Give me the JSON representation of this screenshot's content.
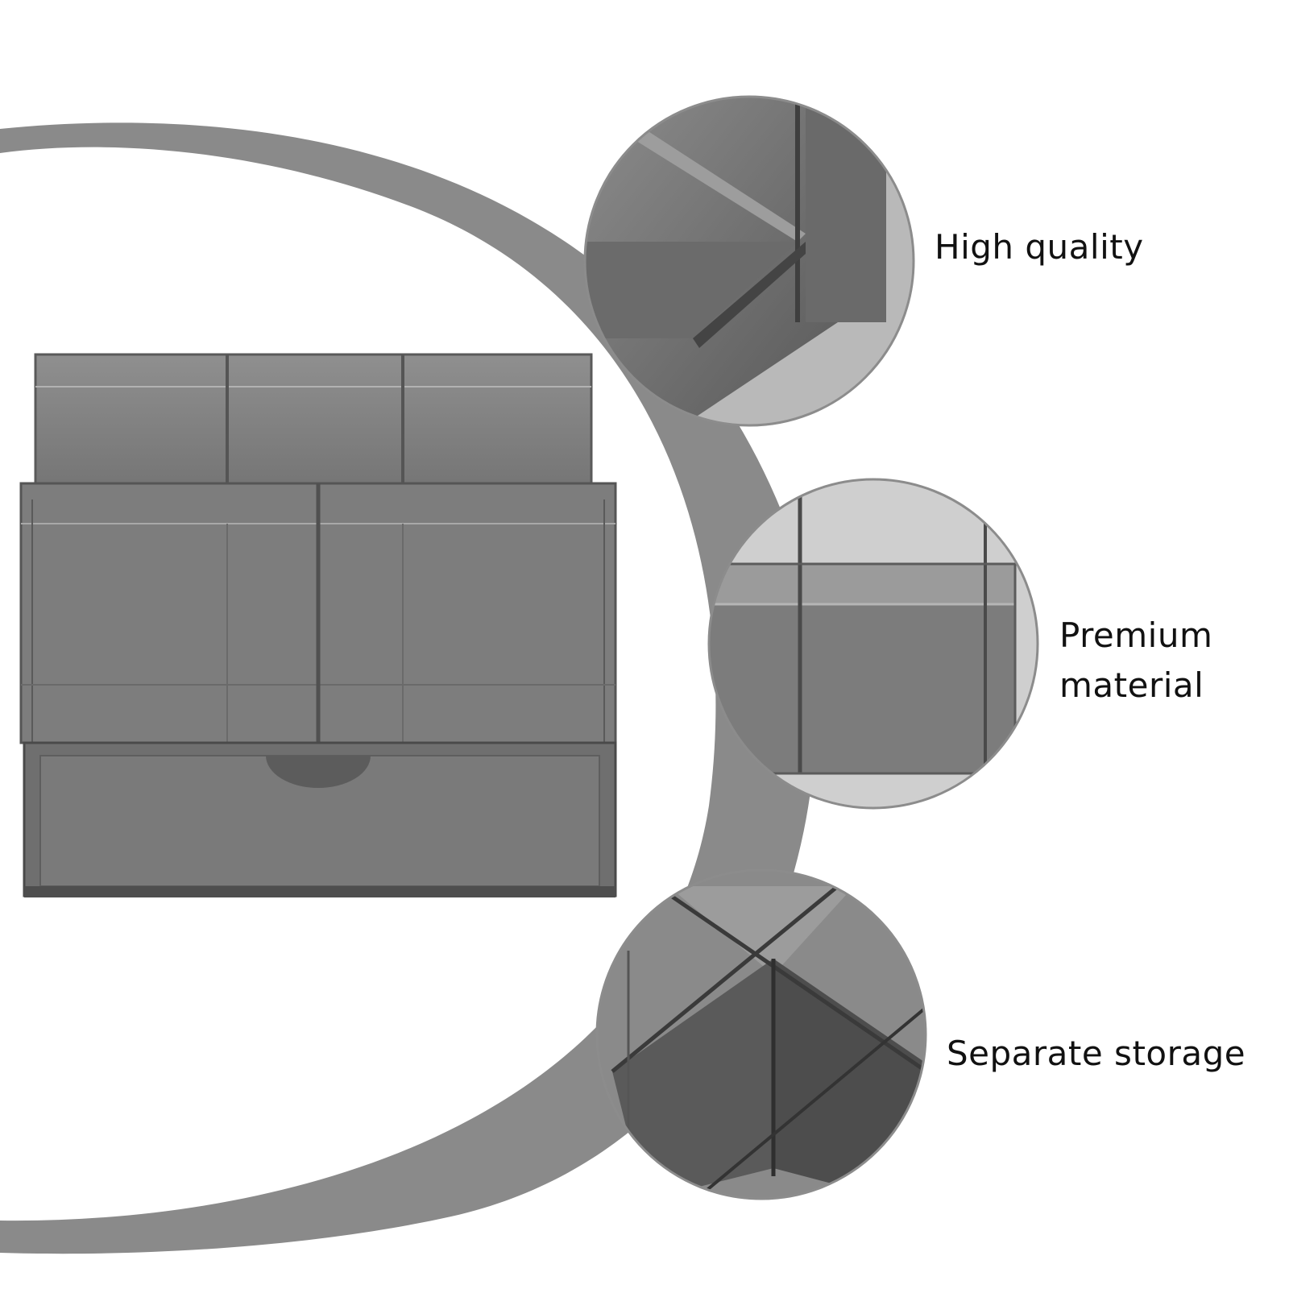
{
  "colors": {
    "background": "#ffffff",
    "arc": "#8a8a8a",
    "acrylic": "#7b7b7b",
    "acrylic_dark": "#4e4e4e",
    "acrylic_light": "#a3a3a3",
    "text": "#111111"
  },
  "features": {
    "high_quality": {
      "lines": [
        "High quality"
      ]
    },
    "premium_material": {
      "lines": [
        "Premium",
        "material"
      ]
    },
    "separate_storage": {
      "lines": [
        "Separate storage"
      ]
    }
  }
}
